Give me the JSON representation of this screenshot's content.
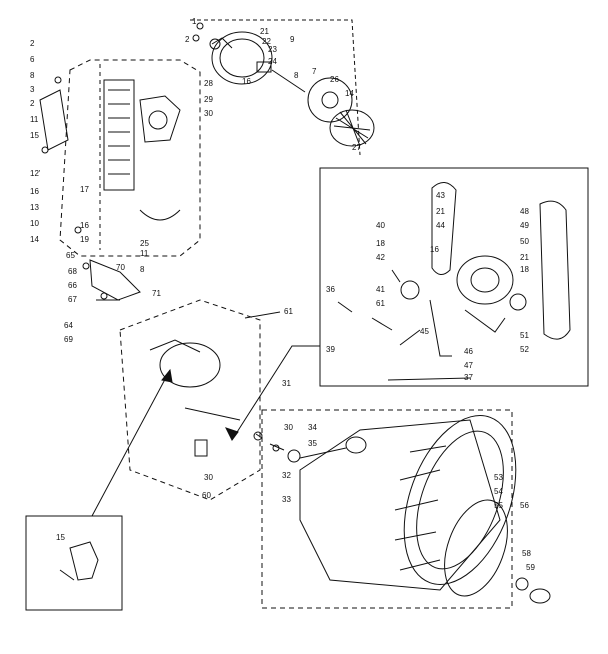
{
  "colors": {
    "ink": "#111111",
    "paper": "#ffffff"
  },
  "callouts": {
    "c1": "1",
    "c2a": "2",
    "c2b": "2",
    "c2c": "2",
    "c3": "3",
    "c6": "6",
    "c8": "8",
    "c7": "7",
    "c9": "9",
    "c10": "10",
    "c11": "11",
    "c12": "12'",
    "c13": "13",
    "c14": "14",
    "c15": "15",
    "c15b": "15",
    "c16": "16",
    "c16b": "16",
    "c16c": "16",
    "c17": "17",
    "c18": "18",
    "c19": "19",
    "c21a": "21",
    "c21b": "21",
    "c21c": "21",
    "c22": "22",
    "c23": "23",
    "c24": "24",
    "c25": "25",
    "c26": "26",
    "c27": "27",
    "c28": "28",
    "c29": "29",
    "c30a": "30",
    "c30b": "30",
    "c30c": "30",
    "c31": "31",
    "c32": "32",
    "c33": "33",
    "c34": "34",
    "c35": "35",
    "c36": "36",
    "c37": "37",
    "c39": "39",
    "c40": "40",
    "c41": "41",
    "c42": "42",
    "c43": "43",
    "c44": "44",
    "c45": "45",
    "c46": "46",
    "c47": "47",
    "c48": "48",
    "c49": "49",
    "c50": "50",
    "c51": "51",
    "c52": "52",
    "c53": "53",
    "c54": "54",
    "c55": "55",
    "c56": "56",
    "c58": "58",
    "c59": "59",
    "c60": "60",
    "c61a": "61",
    "c61b": "61",
    "c64": "64",
    "c65": "65",
    "c66": "66",
    "c67": "67",
    "c68": "68",
    "c69": "69",
    "c70": "70",
    "c71": "71",
    "c8b": "8",
    "c11b": "11",
    "c18b": "18"
  }
}
